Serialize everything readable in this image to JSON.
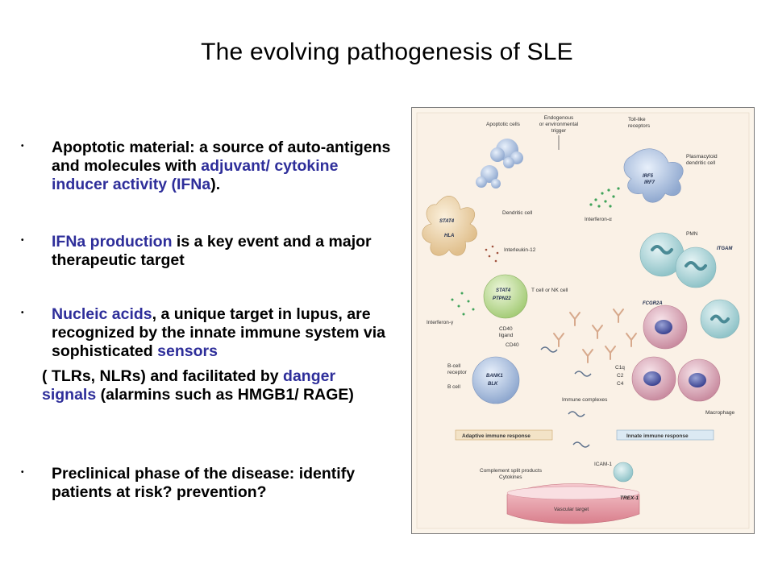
{
  "title": "The evolving  pathogenesis of SLE",
  "bullets": [
    {
      "marker": "•",
      "plain1": "Apoptotic material:  a source of auto-antigens and molecules with ",
      "hl1": "adjuvant/ cytokine inducer  activity  (IFNa",
      "plain2": ")."
    },
    {
      "marker": "•",
      "hl1": " IFNa production",
      "plain1": " is a key event and a major therapeutic target"
    },
    {
      "marker": "•",
      "hl1": "Nucleic acids",
      "plain1": ", a unique target in lupus, are  recognized by the innate immune system via sophisticated ",
      "hl2": "sensors",
      "sub_plain1": "( TLRs, NLRs) and facilitated by ",
      "sub_hl1": "danger signals",
      "sub_plain2": "  (alarmins such as HMGB1/ RAGE)"
    },
    {
      "marker": "•",
      "plain1": "Preclinical phase of the disease: identify patients at risk? prevention?"
    }
  ],
  "figure": {
    "labels": {
      "apoptotic_cells": "Apoptotic cells",
      "trigger_1": "Endogenous",
      "trigger_2": "or environmental",
      "trigger_3": "trigger",
      "tlr_1": "Toll-like",
      "tlr_2": "receptors",
      "pdc_1": "Plasmacytoid",
      "pdc_2": "dendritic cell",
      "interferon_alpha": "Interferon-α",
      "dendritic_cell": "Dendritic cell",
      "interleukin12": "Interleukin-12",
      "pmn": "PMN",
      "t_cell": "T cell or NK cell",
      "interferon_gamma": "Interferon-γ",
      "cd40_ligand_1": "CD40",
      "cd40_ligand_2": "ligand",
      "cd40": "CD40",
      "b_cell_receptor_1": "B-cell",
      "b_cell_receptor_2": "receptor",
      "b_cell": "B cell",
      "c1q": "C1q",
      "c2": "C2",
      "c4": "C4",
      "immune_complexes": "Immune complexes",
      "macrophage": "Macrophage",
      "adaptive": "Adaptive immune response",
      "innate": "Innate immune response",
      "icam": "ICAM-1",
      "complement_1": "Complement split products",
      "complement_2": "Cytokines",
      "vascular": "Vascular target",
      "trex": "TREX-1"
    },
    "genes": {
      "irf5": "IRF5",
      "irf7": "IRF7",
      "stat4_dc": "STAT4",
      "hla": "HLA",
      "stat4_t": "STAT4",
      "ptpn22": "PTPN22",
      "itgam": "ITGAM",
      "fcgr2a": "FCGR2A",
      "bank1": "BANK1",
      "blk": "BLK"
    }
  }
}
